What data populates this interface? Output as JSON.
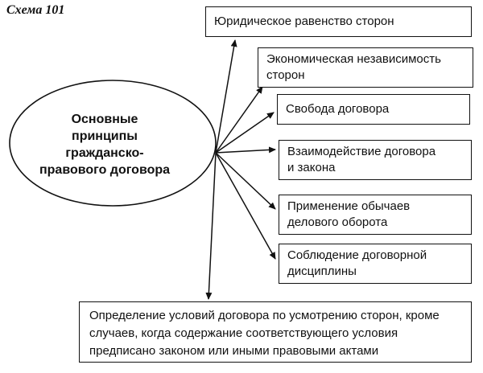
{
  "scheme_label": "Схема 101",
  "center": {
    "text": "Основные\nпринципы\nгражданско-\nправового договора"
  },
  "principles": [
    {
      "text": "Юридическое равенство сторон"
    },
    {
      "text": "Экономическая независимость\nсторон"
    },
    {
      "text": "Свобода договора"
    },
    {
      "text": "Взаимодействие договора\nи закона"
    },
    {
      "text": "Применение обычаев\nделового оборота"
    },
    {
      "text": "Соблюдение договорной\nдисциплины"
    }
  ],
  "bottom": {
    "text": "Определение условий договора по усмотрению сторон, кроме случаев, когда содержание соответствующего условия предписано законом или  иными правовыми актами"
  }
}
